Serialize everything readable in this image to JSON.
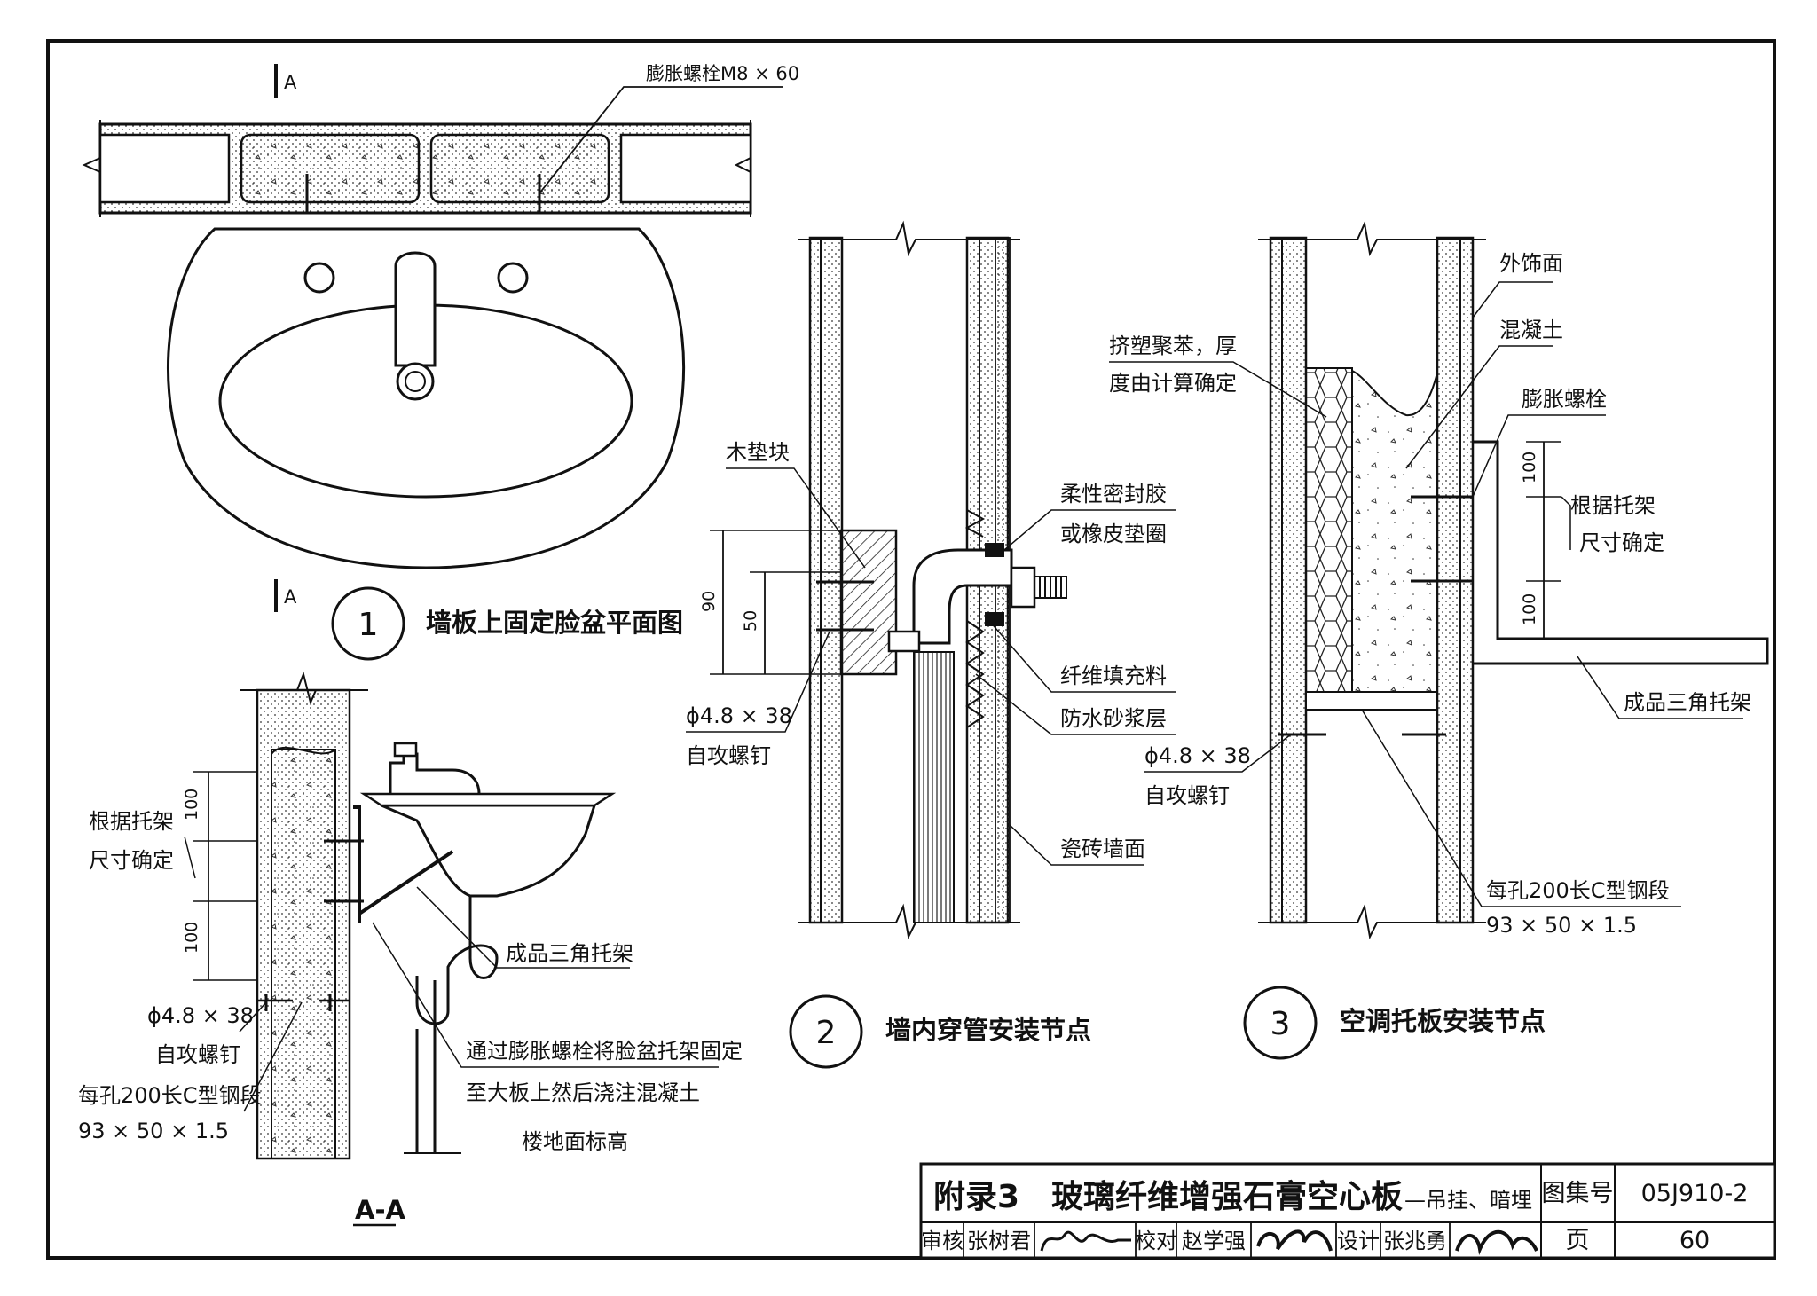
{
  "detail1": {
    "number": "1",
    "title": "墙板上固定脸盆平面图",
    "section_mark": "A",
    "bolt_label": "膨胀螺栓M8 × 60"
  },
  "section_aa": {
    "title": "A-A",
    "label_bracket_size_1": "根据托架",
    "label_bracket_size_2": "尺寸确定",
    "dim_top": "100",
    "dim_bottom": "100",
    "screw_1": "ϕ4.8 × 38",
    "screw_2": "自攻螺钉",
    "steel_1": "每孔200长C型钢段",
    "steel_2": "93 × 50 × 1.5",
    "bracket": "成品三角托架",
    "note_1": "通过膨胀螺栓将脸盆托架固定",
    "note_2": "至大板上然后浇注混凝土",
    "floor": "楼地面标高"
  },
  "detail2": {
    "number": "2",
    "title": "墙内穿管安装节点",
    "wood_block": "木垫块",
    "dim_90": "90",
    "dim_50": "50",
    "screw_1": "ϕ4.8 × 38",
    "screw_2": "自攻螺钉",
    "sealant_1": "柔性密封胶",
    "sealant_2": "或橡皮垫圈",
    "fiber": "纤维填充料",
    "mortar": "防水砂浆层",
    "tile": "瓷砖墙面"
  },
  "detail3": {
    "number": "3",
    "title": "空调托板安装节点",
    "finish": "外饰面",
    "concrete": "混凝土",
    "xps_1": "挤塑聚苯，厚",
    "xps_2": "度由计算确定",
    "bolt": "膨胀螺栓",
    "dim_top": "100",
    "dim_bottom": "100",
    "size_1": "根据托架",
    "size_2": "尺寸确定",
    "screw_1": "ϕ4.8 × 38",
    "screw_2": "自攻螺钉",
    "bracket": "成品三角托架",
    "steel_1": "每孔200长C型钢段",
    "steel_2": "93 × 50 × 1.5"
  },
  "title_block": {
    "title": "附录3　玻璃纤维增强石膏空心板",
    "subtitle": "—吊挂、暗埋",
    "atlas_label": "图集号",
    "atlas_value": "05J910-2",
    "review_label": "审核",
    "reviewer": "张树君",
    "check_label": "校对",
    "checker": "赵学强",
    "design_label": "设计",
    "designer": "张兆勇",
    "page_label": "页",
    "page_value": "60"
  }
}
